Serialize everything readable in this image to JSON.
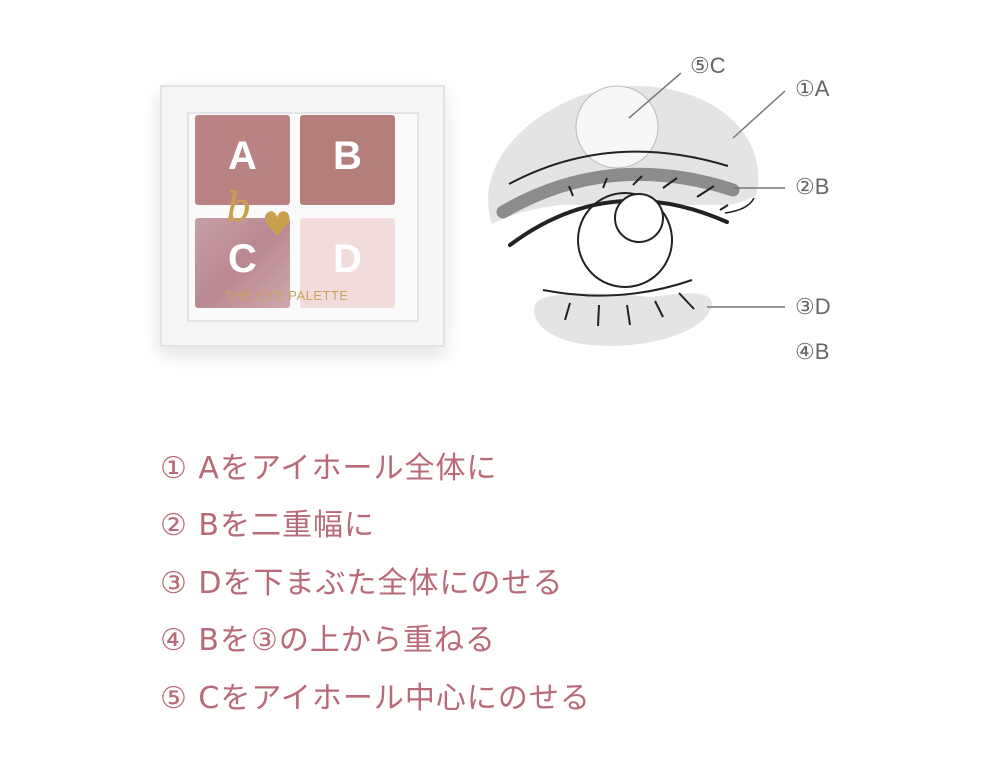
{
  "palette": {
    "pans": [
      {
        "label": "A",
        "color": "#b98383"
      },
      {
        "label": "B",
        "color": "#b47f7b"
      },
      {
        "label": "C",
        "color": "#c4989f"
      },
      {
        "label": "D",
        "color": "#f1dcdb"
      }
    ],
    "brand_mark": "b",
    "product_name": "THE EYE PALETTE"
  },
  "diagram": {
    "labels": [
      {
        "text": "⑤C"
      },
      {
        "text": "①A"
      },
      {
        "text": "②B"
      },
      {
        "text": "③D"
      },
      {
        "text": "④B"
      }
    ]
  },
  "steps": [
    "① Aをアイホール全体に",
    "② Bを二重幅に",
    "③ Dを下まぶた全体にのせる",
    "④ Bを③の上から重ねる",
    "⑤ Cをアイホール中心にのせる"
  ],
  "colors": {
    "text_accent": "#b86a78",
    "eye_area": "#e4e4e4",
    "crease": "#8c8c8c"
  }
}
